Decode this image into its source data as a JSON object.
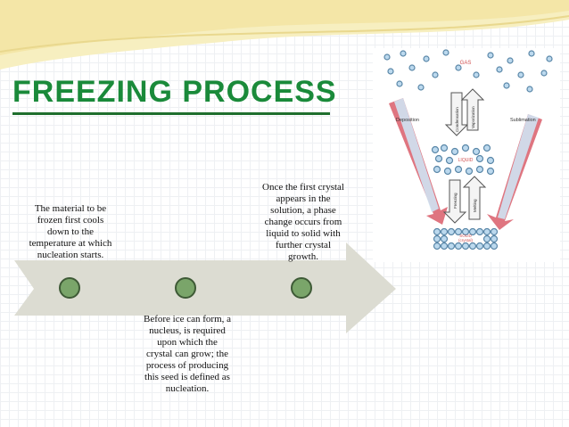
{
  "slide": {
    "title": "FREEZING PROCESS",
    "steps": [
      {
        "text": "The material to be\nfrozen first cools\ndown to the\ntemperature at which\nnucleation starts."
      },
      {
        "text": "Before ice can  form, a\nnucleus, is required\nupon which the\ncrystal can grow; the\nprocess of producing\nthis seed is defined as\nnucleation."
      },
      {
        "text": "Once the first crystal\nappears in the\nsolution, a phase\nchange occurs from\nliquid to solid with\nfurther crystal\ngrowth."
      }
    ]
  },
  "diagram": {
    "gas": "GAS",
    "liquid": "LIQUID",
    "solid": "SOLID\n(crystal)",
    "deposition": "Deposition",
    "condensation": "Condensation",
    "vaporization": "Vaporization",
    "sublimation": "Sublimation",
    "freezing": "Freezing",
    "melting": "Melting"
  },
  "colors": {
    "title": "#1a8a3a",
    "arrow_fill": "#dcdcd2",
    "dot_fill": "#7aa56a",
    "wave": "#f2e6a6"
  }
}
